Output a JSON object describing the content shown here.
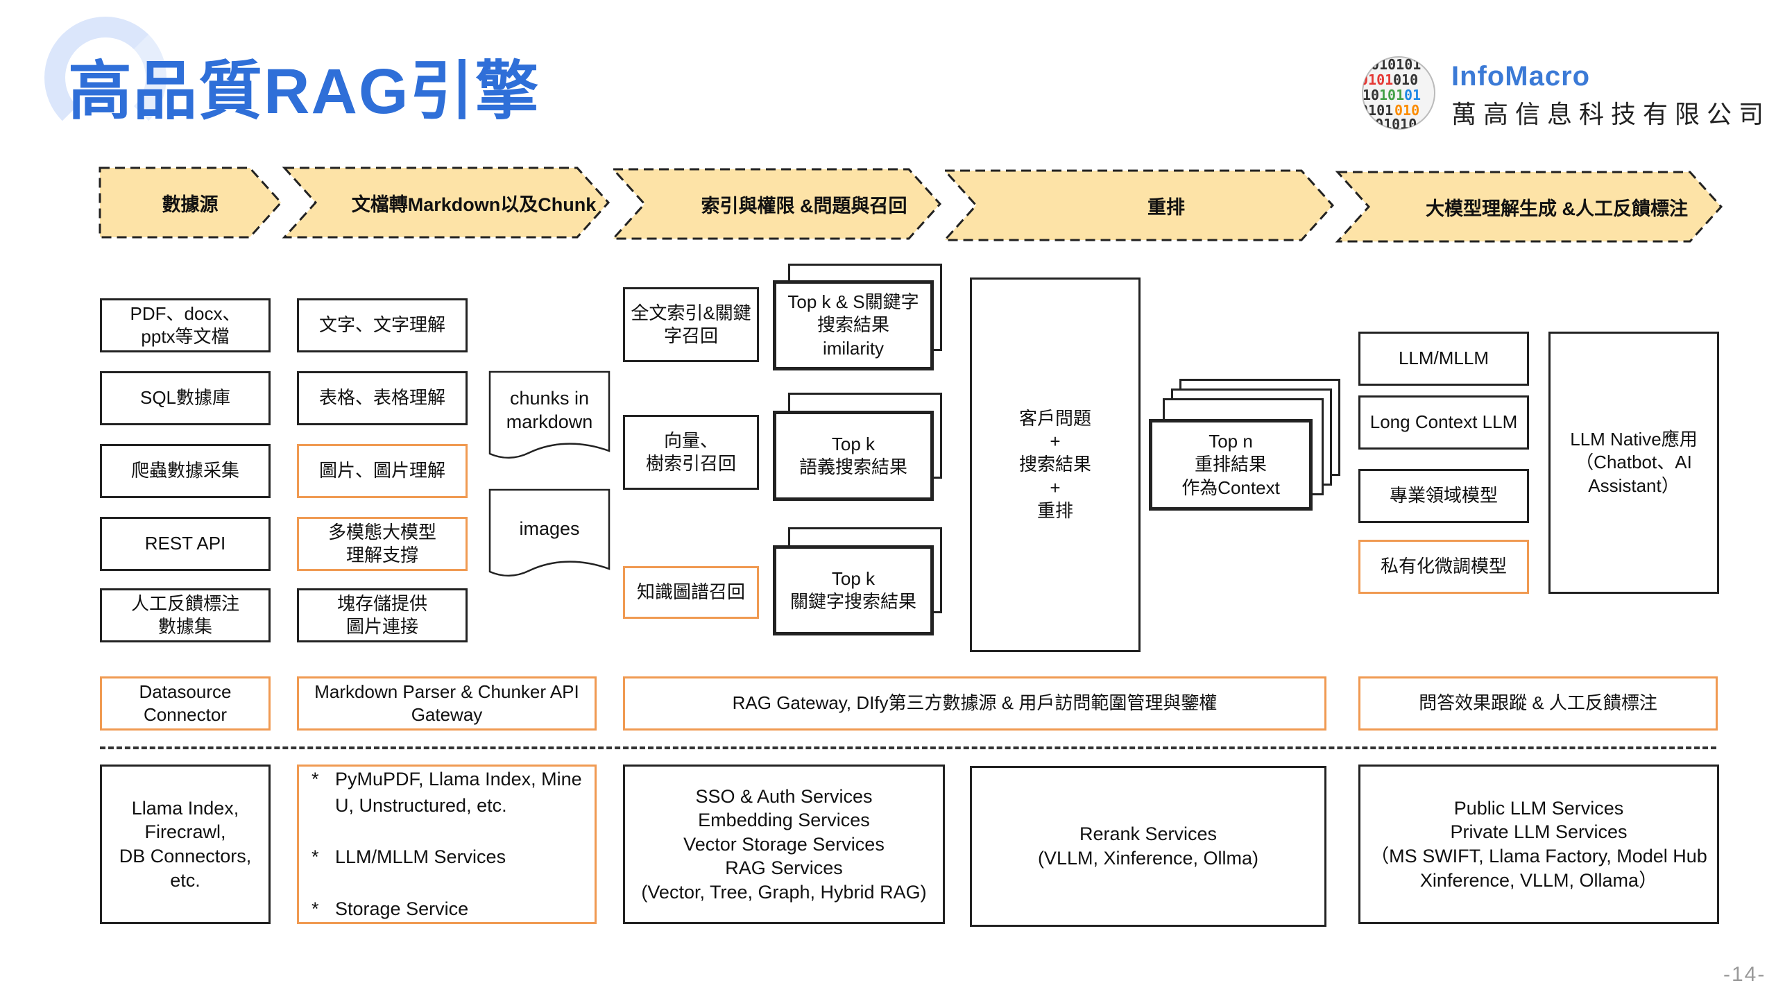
{
  "title": "高品質RAG引擎",
  "logo": {
    "name_en": "InfoMacro",
    "name_cn": "萬高信息科技有限公司"
  },
  "stages": [
    "數據源",
    "文檔轉Markdown以及Chunk",
    "索引與權限 &問題與召回",
    "重排",
    "大模型理解生成 &人工反饋標注"
  ],
  "datasources": [
    "PDF、docx、\npptx等文檔",
    "SQL數據庫",
    "爬蟲數據采集",
    "REST API",
    "人工反饋標注\n數據集"
  ],
  "conversion": [
    "文字、文字理解",
    "表格、表格理解",
    "圖片、圖片理解",
    "多模態大模型\n理解支撐",
    "塊存儲提供\n圖片連接"
  ],
  "outputs": {
    "chunks": "chunks in\nmarkdown",
    "images": "images"
  },
  "recall": {
    "fulltext": "全文索引&關鍵\n字召回",
    "vector": "向量、\n樹索引召回",
    "graph": "知識圖譜召回",
    "topk_keyword_similarity": "Top k & S關鍵字\n搜索結果\nimilarity",
    "topk_semantic": "Top k\n語義搜索結果",
    "topk_keyword": "Top k\n關鍵字搜索結果"
  },
  "rerank": {
    "input": "客戶問題\n+\n搜索結果\n+\n重排",
    "result": "Top n\n重排結果\n作為Context"
  },
  "llm": {
    "models": [
      "LLM/MLLM",
      "Long Context LLM",
      "專業領域模型",
      "私有化微調模型"
    ],
    "app": "LLM Native應用\n（Chatbot、AI\nAssistant）"
  },
  "gateways": [
    "Datasource\nConnector",
    "Markdown Parser & Chunker API\nGateway",
    "RAG Gateway, DIfy第三方數據源 & 用戶訪問範圍管理與鑒權",
    "問答效果跟蹤 & 人工反饋標注"
  ],
  "services": {
    "datasource": "Llama Index,\nFirecrawl,\nDB Connectors,\netc.",
    "parser": [
      "PyMuPDF, Llama Index, Mine\nU, Unstructured, etc.",
      "LLM/MLLM Services",
      "Storage Service"
    ],
    "rag": "SSO & Auth Services\nEmbedding Services\nVector Storage Services\nRAG Services\n(Vector, Tree, Graph, Hybrid RAG)",
    "rerank": "Rerank Services\n(VLLM, Xinference, Ollma)",
    "llm": "Public LLM Services\nPrivate LLM Services\n（MS SWIFT, Llama Factory, Model Hub\nXinference, VLLM, Ollama）"
  },
  "page_number": "-14-",
  "colors": {
    "title": "#2f6fd8",
    "stage_fill": "#fde3a7",
    "orange_border": "#f09a52"
  }
}
